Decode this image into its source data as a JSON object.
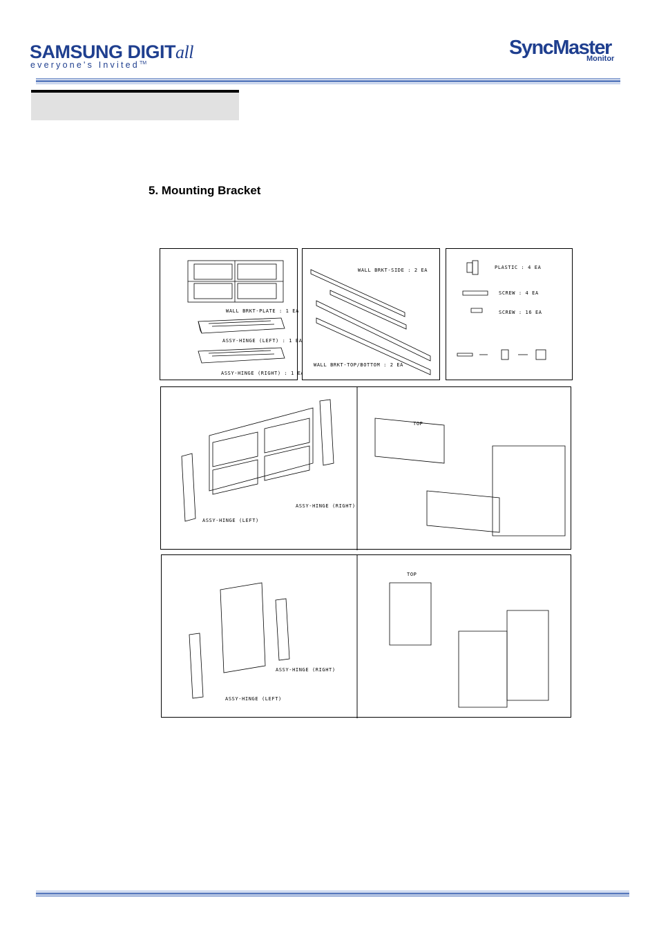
{
  "header": {
    "brand_main": "SAMSUNG DIGIT",
    "brand_all": "all",
    "brand_tagline": "everyone's Invited",
    "brand_tm": "TM",
    "product_logo": "SyncMaster",
    "product_sub": "Monitor"
  },
  "section": {
    "title": "5. Mounting Bracket"
  },
  "parts": {
    "plate_label": "WALL BRKT-PLATE : 1 EA",
    "hinge_left_label": "ASSY-HINGE (LEFT) : 1 EA",
    "hinge_right_label": "ASSY-HINGE (RIGHT) : 1 EA",
    "side_label": "WALL BRKT-SIDE : 2 EA",
    "topbottom_label": "WALL BRKT-TOP/BOTTOM : 2 EA",
    "plastic_label": "PLASTIC : 4 EA",
    "screw4_label": "SCREW : 4 EA",
    "screw16_label": "SCREW : 16 EA"
  },
  "assembly": {
    "hinge_left": "ASSY-HINGE (LEFT)",
    "hinge_right": "ASSY-HINGE (RIGHT)",
    "top": "TOP"
  }
}
